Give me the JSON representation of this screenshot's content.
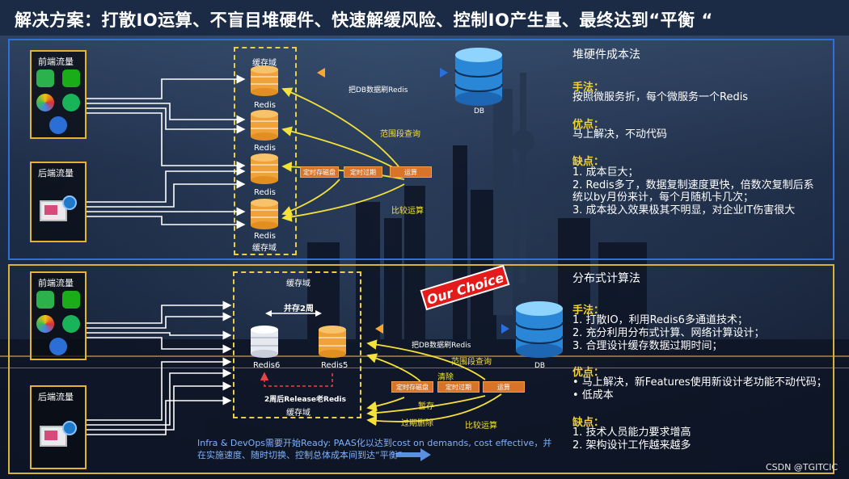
{
  "title": "解决方案：打散IO运算、不盲目堆硬件、快速解缓风险、控制IO产生量、最终达到“平衡 “",
  "top": {
    "front_label": "前端流量",
    "back_label": "后端流量",
    "cache_domain_top": "缓存域",
    "cache_domain_bottom": "缓存域",
    "redis_labels": [
      "Redis",
      "Redis",
      "Redis",
      "Redis"
    ],
    "db_label": "DB",
    "sync_label": "把DB数据刷Redis",
    "range_query": "范围段查询",
    "compare": "比较运算",
    "ops": [
      "定时存磁盘",
      "定时过期",
      "运算"
    ],
    "right": {
      "heading": "堆硬件成本法",
      "method_title": "手法：",
      "method": "按照微服务折，每个微服务一个Redis",
      "pros_title": "优点：",
      "pros": "马上解决，不动代码",
      "cons_title": "缺点：",
      "cons": [
        "1.  成本巨大；",
        "2.  Redis多了，数据复制速度更快，倍数次复制后系",
        "      统以by月份来计，每个月随机卡几次；",
        "3.  成本投入效果极其不明显，对企业IT伤害很大"
      ]
    }
  },
  "bottom": {
    "front_label": "前端流量",
    "back_label": "后端流量",
    "cache_domain_top": "缓存域",
    "cache_domain_bottom": "缓存域",
    "coexist": "并存2周",
    "redis6": "Redis6",
    "redis5": "Redis5",
    "release": "2周后Release老Redis",
    "db_label": "DB",
    "sync_label": "把DB数据刷Redis",
    "range_query": "范围段查询",
    "clear": "清除",
    "hold": "暂存",
    "expire_delete": "过期删除",
    "compare": "比较运算",
    "ops": [
      "定时存磁盘",
      "定时过期",
      "运算"
    ],
    "choice": "Our Choice",
    "footnote": "Infra &  DevOps需要开始Ready: PAAS化以达到cost on demands, cost effective，并在实施速度、随时切换、控制总体成本间到达“平衡”",
    "right": {
      "heading": "分布式计算法",
      "method_title": "手法：",
      "method": [
        "1.  打散IO，利用Redis6多通道技术；",
        "2.  充分利用分布式计算、网络计算设计；",
        "3.  合理设计缓存数据过期时间；"
      ],
      "pros_title": "优点：",
      "pros": [
        "•  马上解决，新Features使用新设计老功能不动代码；",
        "•  低成本"
      ],
      "cons_title": "缺点：",
      "cons": [
        "1.  技术人员能力要求增高",
        "2.  架构设计工作越来越多"
      ]
    }
  },
  "watermark": "CSDN @TGITCIC",
  "colors": {
    "panel_top_border": "#2f6fd6",
    "panel_bottom_border": "#d9b23a",
    "highlight_yellow": "#f2d233",
    "op_orange": "#d8732a",
    "redis_orange": "#f0a23a",
    "db_blue": "#2a86d6",
    "choice_red": "#e41b1b"
  },
  "icons": [
    "wechat-icon",
    "wechat-pay-icon",
    "photo-app-icon",
    "alipay-icon",
    "chat-icon",
    "mobile-desktop-icon"
  ]
}
